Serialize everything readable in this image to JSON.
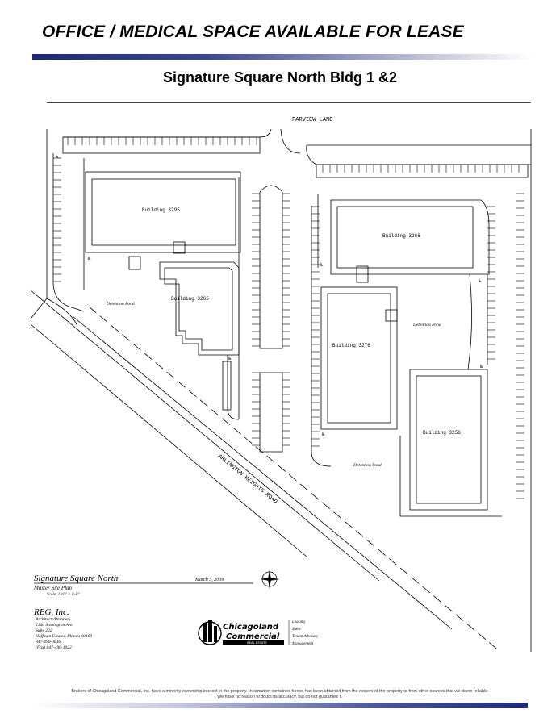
{
  "header": {
    "title": "OFFICE / MEDICAL SPACE AVAILABLE FOR LEASE",
    "subtitle": "Signature Square North Bldg 1 &2"
  },
  "site_plan": {
    "roads": {
      "north": "FARVIEW LANE",
      "diagonal": "ARLINGTON HEIGHTS ROAD"
    },
    "buildings": [
      "Building 3295",
      "Building 3265",
      "Building 3266",
      "Building 3276",
      "Building 3256"
    ],
    "ponds": [
      "Detention Pond",
      "Detention Pond",
      "Detention Pond"
    ],
    "title_block": {
      "project": "Signature Square North",
      "date": "March 5, 2009",
      "sheet": "Master Site Plan",
      "scale": "Scale: 1/16\" = 1'-0\""
    },
    "architect": {
      "name": "RBG, Inc.",
      "line1": "Architects/Planners",
      "line2": "2166 Stonington Ave.",
      "line3": "Suite 222",
      "line4": "Hoffman Estates, Illinois 60169",
      "line5": "847-490-0636",
      "line6": "(Fax) 847-490-1022"
    }
  },
  "broker": {
    "name_line1": "Chicagoland",
    "name_line2": "Commercial",
    "tagline": "REAL ESTATE",
    "services": [
      "Leasing",
      "Sales",
      "Tenant Advisory",
      "Management"
    ]
  },
  "footer": {
    "disclaimer_line1": "Brokers of Chicagoland Commercial, Inc. have a minority ownership interest in the property. Information contained herein has been obtained from the owners of the property or from other sources that we deem reliable.",
    "disclaimer_line2": "We have no reason to doubt its accuracy, but do not guarantee it."
  },
  "colors": {
    "rule_dark": "#1e2a78",
    "rule_light": "#ffffff",
    "ink": "#000000"
  }
}
